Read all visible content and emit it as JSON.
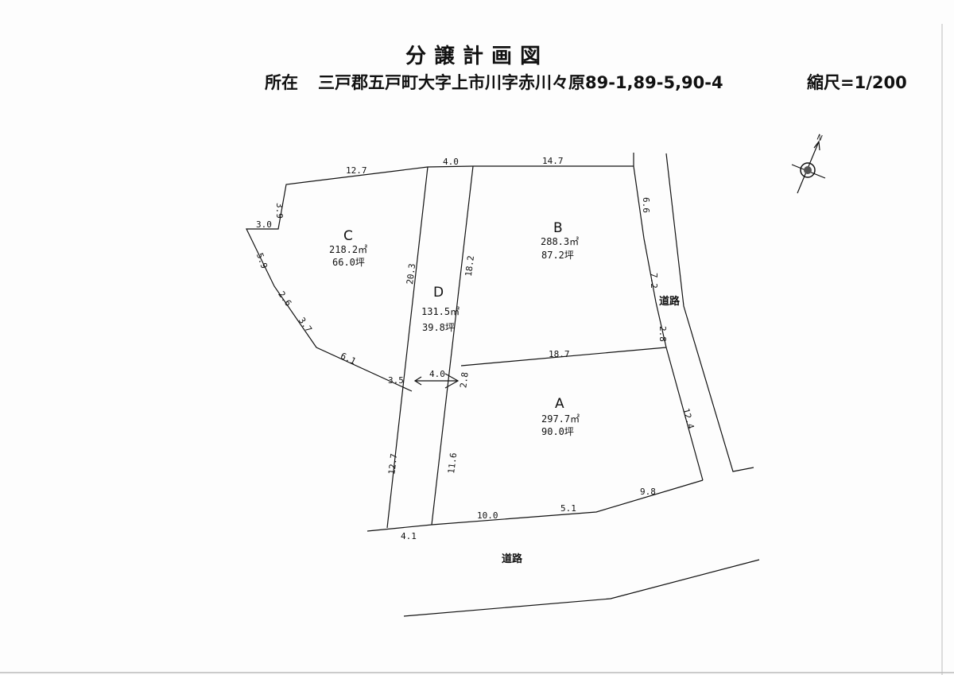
{
  "header": {
    "title": "分譲計画図",
    "location_label": "所在",
    "location_value": "三戸郡五戸町大字上市川字赤川々原89-1,89-5,90-4",
    "scale": "縮尺=1/200"
  },
  "compass": {
    "north": "N"
  },
  "roads": {
    "east": "道路",
    "south": "道路"
  },
  "lots": {
    "A": {
      "letter": "A",
      "area_m2": "297.7㎡",
      "area_tsubo": "90.0坪"
    },
    "B": {
      "letter": "B",
      "area_m2": "288.3㎡",
      "area_tsubo": "87.2坪"
    },
    "C": {
      "letter": "C",
      "area_m2": "218.2㎡",
      "area_tsubo": "66.0坪"
    },
    "D": {
      "letter": "D",
      "area_m2": "131.5㎡",
      "area_tsubo": "39.8坪"
    }
  },
  "dimensions": {
    "c_top": "12.7",
    "d_top": "4.0",
    "b_top": "14.7",
    "c_left_short": "3.9",
    "c_left_step": "3.0",
    "c_sw1": "5.9",
    "c_sw2": "2.6",
    "c_sw3": "3.7",
    "c_bottom1": "6.1",
    "c_bottom2": "3.5",
    "d_left": "20.3",
    "d_right": "18.2",
    "d_bottom": "4.0",
    "ab_division": "18.7",
    "b_right1": "6.6",
    "b_right2": "7.2",
    "b_right3": "2.8",
    "a_left_short": "2.8",
    "a_left": "11.6",
    "a_right": "12.4",
    "flag_left": "12.7",
    "flag_bottom": "4.1",
    "a_bottom1": "10.0",
    "a_bottom2": "5.1",
    "a_bottom3": "9.8"
  }
}
